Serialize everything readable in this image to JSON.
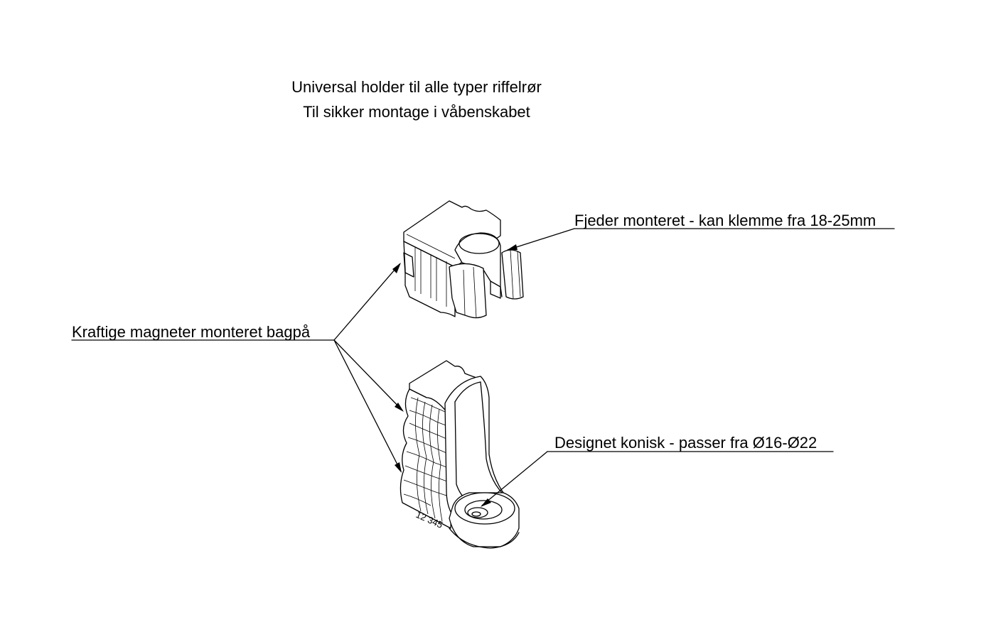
{
  "header": {
    "line1": "Universal holder til alle typer riffelrør",
    "line2": "Til sikker montage i våbenskabet"
  },
  "callouts": {
    "spring": "Fjeder monteret - kan klemme fra 18-25mm",
    "magnets": "Kraftige magneter monteret bagpå",
    "conical": "Designet konisk - passer fra Ø16-Ø22"
  },
  "part_engraving": "12 345"
}
